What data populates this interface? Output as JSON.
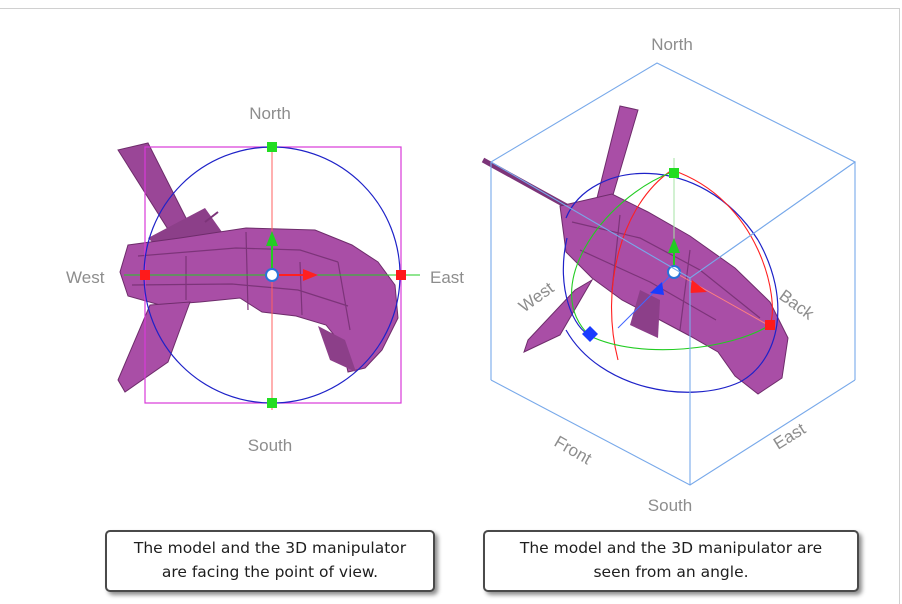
{
  "left_view": {
    "north": "North",
    "south": "South",
    "east": "East",
    "west": "West",
    "caption": {
      "line1": "The model and the 3D manipulator",
      "line2": "are facing the point of view."
    }
  },
  "right_view": {
    "north": "North",
    "south": "South",
    "east": "East",
    "west": "West",
    "front": "Front",
    "back": "Back",
    "caption": {
      "line1": "The model and the 3D manipulator are",
      "line2": "seen from an angle."
    }
  },
  "colors": {
    "model": "#a94ea6",
    "model_dark": "#7c3479",
    "bounding_box_left": "#d83ad8",
    "bounding_box_right": "#78a9ea",
    "ring": "#1e22c8",
    "x_axis": "#ff2020",
    "y_axis": "#22cc22",
    "z_axis": "#1a3cff",
    "label": "#8d8d8d"
  }
}
